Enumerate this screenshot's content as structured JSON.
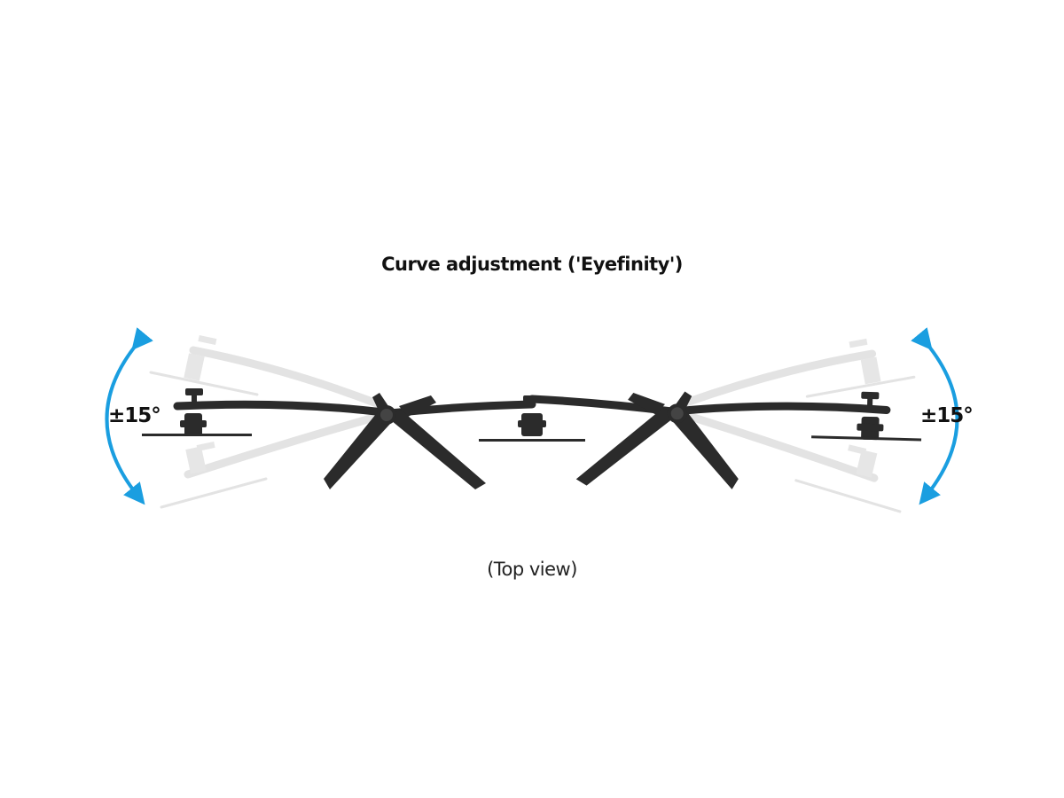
{
  "title": "Curve adjustment ('Eyefinity')",
  "caption": "(Top view)",
  "rotation_left": "±15°",
  "rotation_right": "±15°",
  "colors": {
    "arrow": "#1a9ee0",
    "arm": "#2b2b2b",
    "ghost": "#e2e2e2"
  }
}
